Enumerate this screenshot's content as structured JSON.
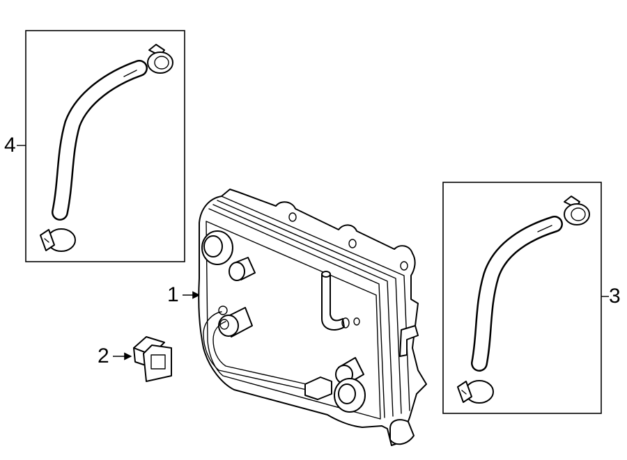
{
  "callouts": [
    {
      "number": "1"
    },
    {
      "number": "2"
    },
    {
      "number": "3"
    },
    {
      "number": "4"
    }
  ],
  "colors": {
    "line": "#000000",
    "background": "#ffffff"
  },
  "icons": {
    "cooler": "oil-cooler-icon",
    "plug": "plug-fitting-icon",
    "hose": "hose-icon",
    "clamp": "hose-clamp-icon"
  }
}
